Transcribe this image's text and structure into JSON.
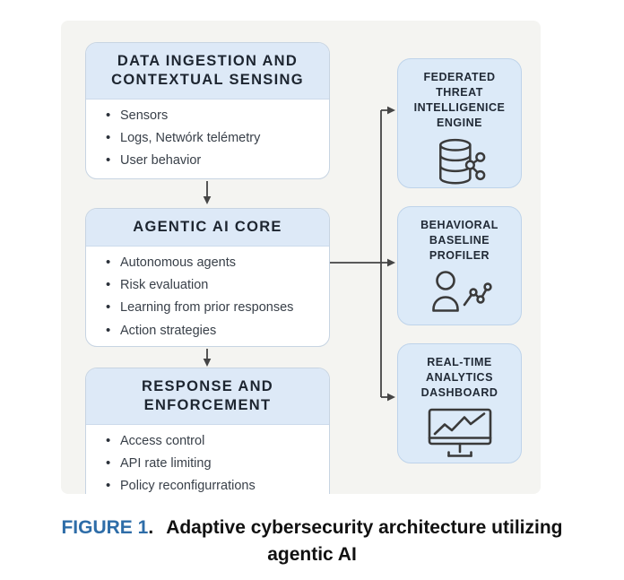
{
  "caption": {
    "label": "FIGURE 1",
    "period": ".",
    "line1": "Adaptive cybersecurity architecture utilizing",
    "line2": "agentic AI"
  },
  "flow_boxes": [
    {
      "title": "DATA INGESTION AND CONTEXTUAL SENSING",
      "items": [
        "Sensors",
        "Logs, Netwórk telémetry",
        "User behavior"
      ]
    },
    {
      "title": "AGENTIC AI CORE",
      "items": [
        "Autonomous agents",
        "Risk evaluation",
        "Learning from prior responses",
        "Action strategies"
      ]
    },
    {
      "title": "RESPONSE AND ENFORCEMENT",
      "items": [
        "Access control",
        "API rate limiting",
        "Policy reconfigurrations"
      ]
    }
  ],
  "service_boxes": [
    {
      "title": "FEDERATED THREAT INTELLIGENICE ENGINE",
      "icon": "database-share-icon"
    },
    {
      "title": "BEHAVIORAL BASELINE PROFILER",
      "icon": "person-analytics-icon"
    },
    {
      "title": "REAL-TIME ANALYTICS DASHBOARD",
      "icon": "monitor-chart-icon"
    }
  ],
  "colors": {
    "accent_blue": "#2e6da8",
    "panel_fill": "#f4f4f1",
    "flow_header_fill": "#dde9f7",
    "service_box_fill": "#dceaf8",
    "arrow": "#454545"
  }
}
